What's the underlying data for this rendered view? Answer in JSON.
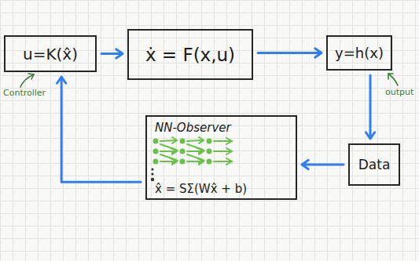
{
  "diagram": {
    "nodes": [
      {
        "text": [
          "u=K(x̂)"
        ]
      },
      {
        "text": [
          "ẋ = F(x,u)"
        ]
      },
      {
        "text": [
          "y=h(x)"
        ]
      },
      {
        "text": [
          "Data"
        ]
      },
      {
        "text": [
          "NN-Observer",
          "x̂ = SΣ(Wx̂ + b)"
        ]
      }
    ],
    "edges": [
      {
        "from": 0,
        "to": 1,
        "arrow": "to"
      },
      {
        "from": 1,
        "to": 2,
        "arrow": "to"
      },
      {
        "from": 2,
        "to": 3,
        "arrow": "to"
      },
      {
        "from": 3,
        "to": 4,
        "arrow": "to"
      },
      {
        "from": 4,
        "to": 0,
        "arrow": "to"
      }
    ],
    "labels": [
      "Controller",
      "output"
    ]
  }
}
